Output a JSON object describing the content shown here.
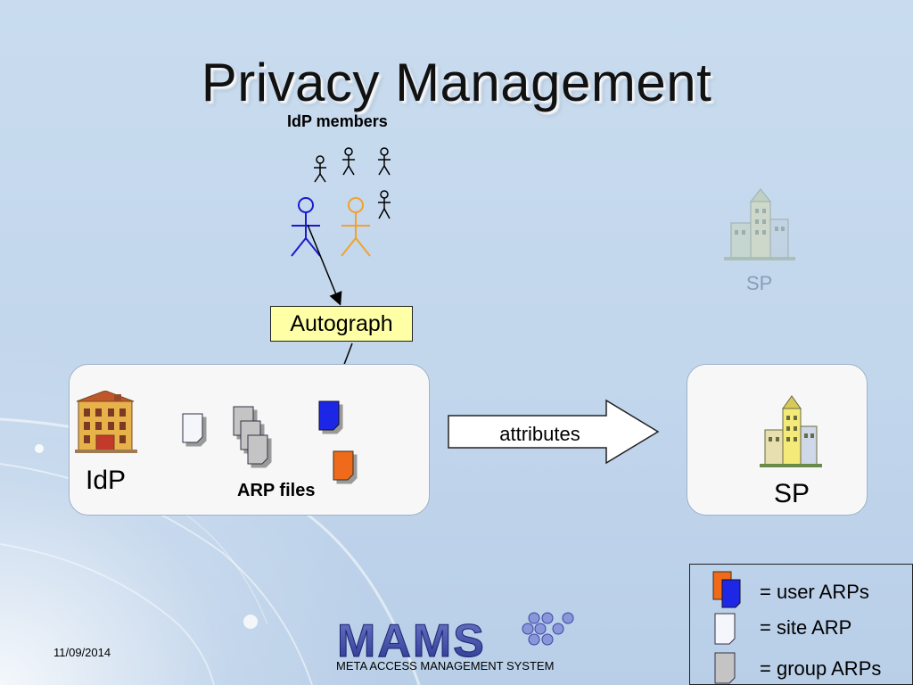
{
  "slide": {
    "title": "Privacy Management",
    "date": "11/09/2014"
  },
  "diagram": {
    "idp_members_label": "IdP members",
    "autograph_label": "Autograph",
    "idp_label": "IdP",
    "arp_files_label": "ARP files",
    "attributes_label": "attributes",
    "sp_label": "SP",
    "sp_faded_label": "SP"
  },
  "legend": {
    "user_arps": "= user ARPs",
    "site_arp": "= site ARP",
    "group_arps": "= group ARPs"
  },
  "logo": {
    "name": "MAMS",
    "subtitle": "META ACCESS MANAGEMENT SYSTEM"
  },
  "colors": {
    "user_arp_blue": "#1f27e6",
    "user_arp_orange": "#f06a1a",
    "site_arp": "#f4f6fb",
    "group_arp": "#c4c4c4",
    "autograph_fill": "#ffffa6",
    "logo_blue": "#3a46a8",
    "member_blue": "#1a1ad0",
    "member_orange": "#f2a12a"
  }
}
